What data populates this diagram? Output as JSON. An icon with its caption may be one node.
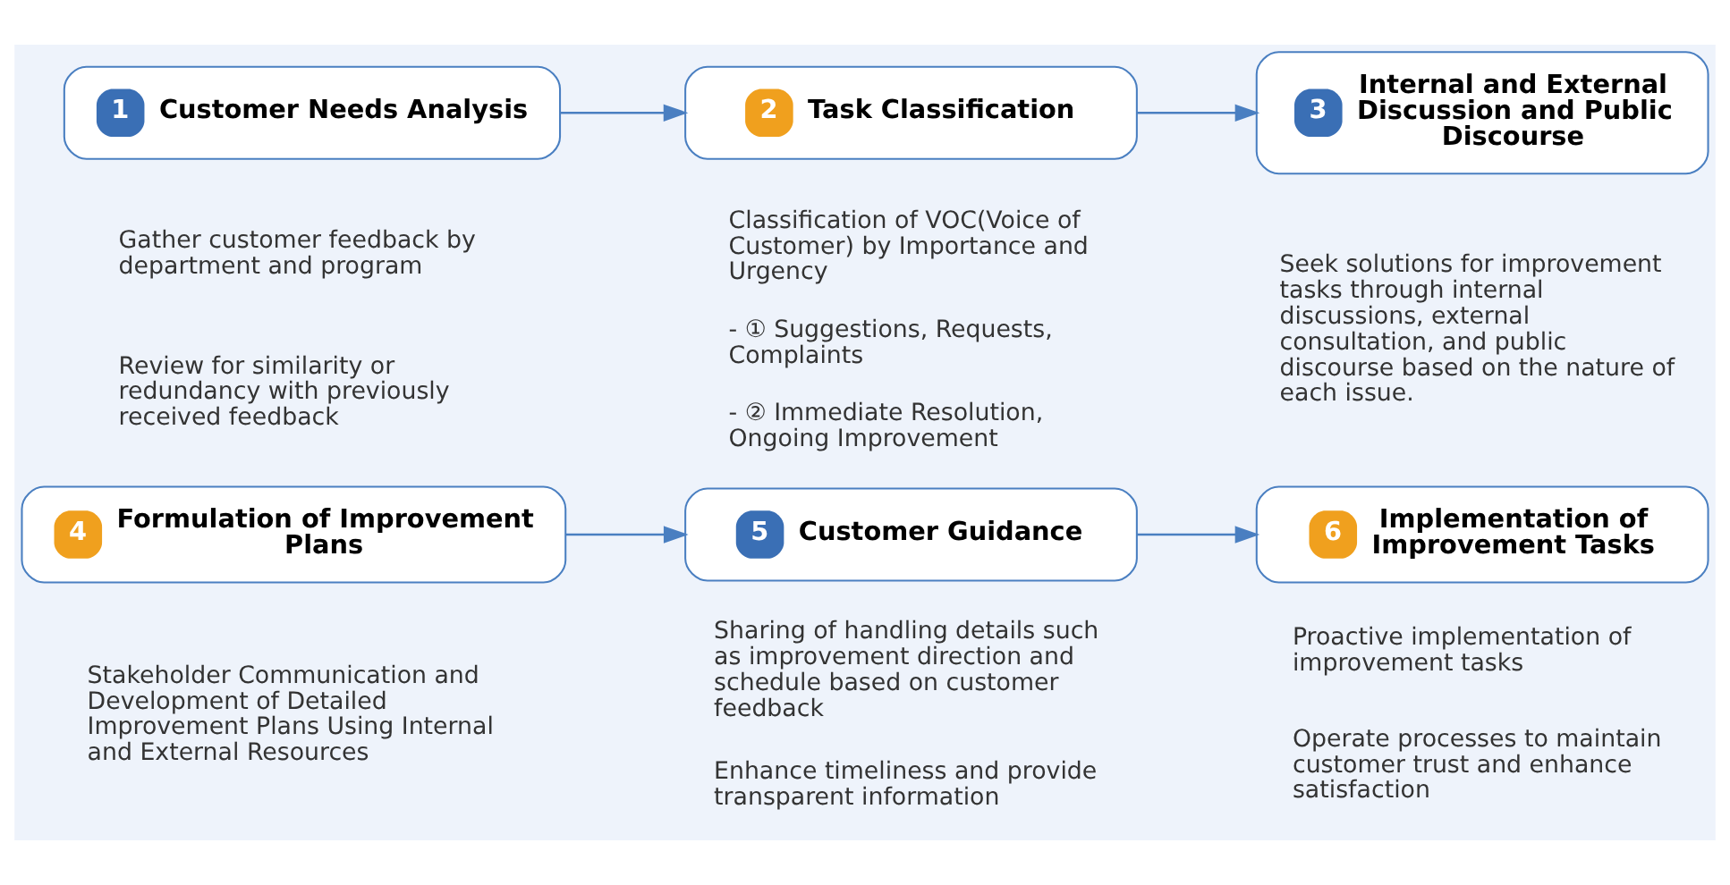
{
  "diagram": {
    "nodes": [
      {
        "text": [
          "1",
          "Customer Needs Analysis"
        ],
        "beside": [
          "Gather customer feedback by department and program",
          "Review for similarity or redundancy with previously received feedback"
        ]
      },
      {
        "text": [
          "2",
          "Task Classification"
        ],
        "beside": [
          "Classification of VOC(Voice of Customer) by Importance and Urgency",
          "- ① Suggestions, Requests, Complaints",
          "- ② Immediate Resolution, Ongoing Improvement"
        ]
      },
      {
        "text": [
          "3",
          "Internal and External Discussion and Public Discourse"
        ],
        "beside": [
          "Seek solutions for improvement tasks through internal discussions, external consultation, and public discourse based on the nature of each issue."
        ]
      },
      {
        "text": [
          "4",
          "Formulation of Improvement Plans"
        ],
        "beside": [
          "Stakeholder Communication and Development of Detailed Improvement Plans Using Internal and External Resources"
        ]
      },
      {
        "text": [
          "5",
          "Customer Guidance"
        ],
        "beside": [
          "Sharing of handling details such as improvement direction and schedule based on customer feedback",
          "Enhance timeliness and provide transparent information"
        ]
      },
      {
        "text": [
          "6",
          "Implementation of Improvement Tasks"
        ],
        "beside": [
          "Proactive implementation of improvement tasks",
          "Operate processes to maintain customer trust and enhance satisfaction"
        ]
      }
    ],
    "edges": [
      {
        "from": 0,
        "to": 1,
        "arrow": "to"
      },
      {
        "from": 1,
        "to": 2,
        "arrow": "to"
      },
      {
        "from": 3,
        "to": 4,
        "arrow": "to"
      },
      {
        "from": 4,
        "to": 5,
        "arrow": "to"
      }
    ]
  }
}
